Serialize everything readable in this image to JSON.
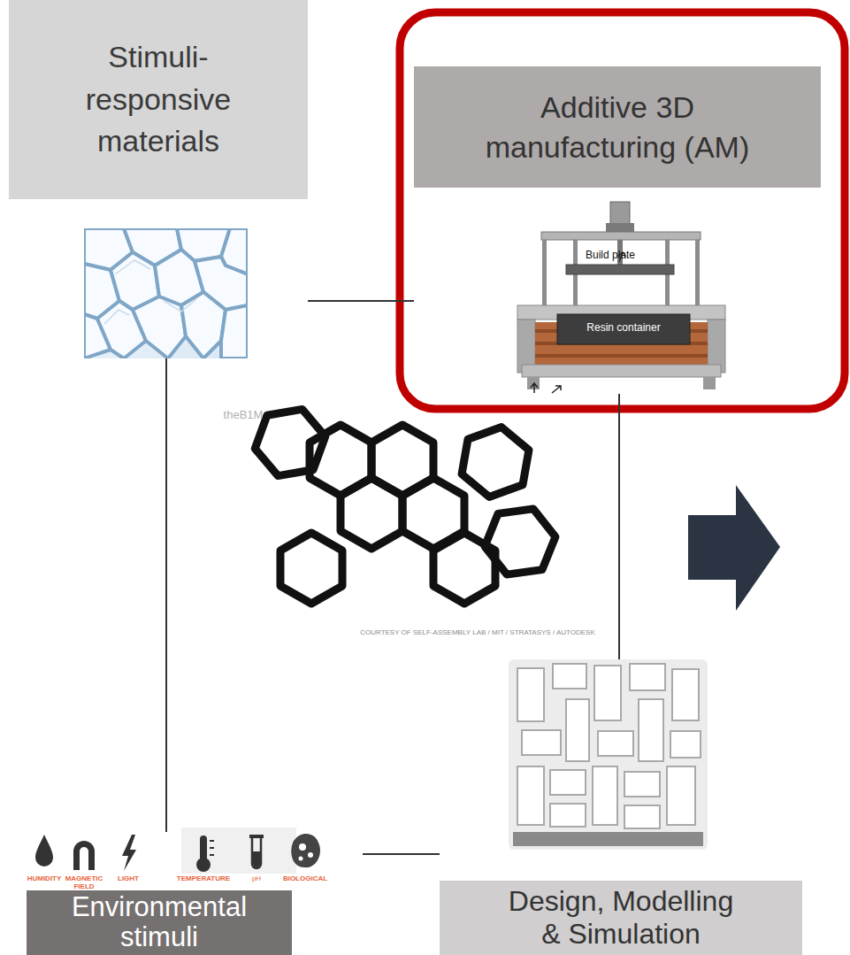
{
  "diagram": {
    "nodes": [
      {
        "text": [
          "Stimuli-responsive materials"
        ]
      },
      {
        "text": [
          "Additive 3D manufacturing (AM)"
        ]
      },
      {
        "text": [
          "Environmental stimuli"
        ]
      },
      {
        "text": [
          "Design, Modelling & Simulation"
        ]
      }
    ],
    "edges": [
      {
        "from": 0,
        "to": 1,
        "arrow": "none"
      },
      {
        "from": 0,
        "to": 2,
        "arrow": "none"
      },
      {
        "from": 1,
        "to": 3,
        "arrow": "none"
      },
      {
        "from": 2,
        "to": 3,
        "arrow": "none"
      }
    ],
    "labels": [
      "Build plate",
      "Resin container",
      "theB1M",
      "COURTESY OF SELF-ASSEMBLY LAB / MIT / STRATASYS / AUTODESK",
      "HUMIDITY",
      "MAGNETIC FIELD",
      "LIGHT",
      "TEMPERATURE",
      "pH",
      "BIOLOGICAL"
    ]
  }
}
